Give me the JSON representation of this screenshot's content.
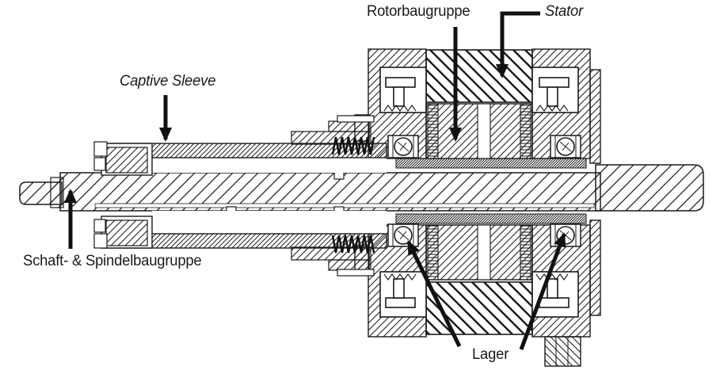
{
  "diagram": {
    "type": "technical-cross-section",
    "subject": "motorized-spindle-assembly",
    "labels": {
      "rotor": "Rotorbaugruppe",
      "stator": "Stator",
      "captive_sleeve": "Captive Sleeve",
      "shaft_spindle": "Schaft- & Spindelbaugruppe",
      "bearing": "Lager"
    },
    "colors": {
      "ink": "#1a1a1a",
      "background": "#ffffff"
    }
  }
}
